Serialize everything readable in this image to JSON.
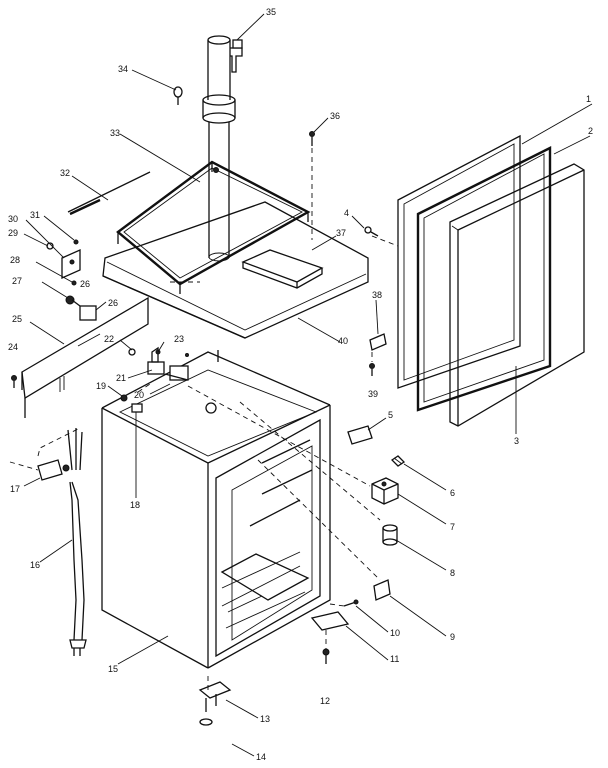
{
  "diagram": {
    "callouts": [
      {
        "id": "1",
        "text": "1"
      },
      {
        "id": "2",
        "text": "2"
      },
      {
        "id": "3",
        "text": "3"
      },
      {
        "id": "4",
        "text": "4"
      },
      {
        "id": "5",
        "text": "5"
      },
      {
        "id": "6",
        "text": "6"
      },
      {
        "id": "7",
        "text": "7"
      },
      {
        "id": "8",
        "text": "8"
      },
      {
        "id": "9",
        "text": "9"
      },
      {
        "id": "10",
        "text": "10"
      },
      {
        "id": "11",
        "text": "11"
      },
      {
        "id": "12",
        "text": "12"
      },
      {
        "id": "13",
        "text": "13"
      },
      {
        "id": "14",
        "text": "14"
      },
      {
        "id": "15",
        "text": "15"
      },
      {
        "id": "16",
        "text": "16"
      },
      {
        "id": "17",
        "text": "17"
      },
      {
        "id": "18",
        "text": "18"
      },
      {
        "id": "19",
        "text": "19"
      },
      {
        "id": "20",
        "text": "20"
      },
      {
        "id": "21",
        "text": "21"
      },
      {
        "id": "22",
        "text": "22"
      },
      {
        "id": "23",
        "text": "23"
      },
      {
        "id": "24",
        "text": "24"
      },
      {
        "id": "25",
        "text": "25"
      },
      {
        "id": "26a",
        "text": "26"
      },
      {
        "id": "26b",
        "text": "26"
      },
      {
        "id": "27",
        "text": "27"
      },
      {
        "id": "28",
        "text": "28"
      },
      {
        "id": "29",
        "text": "29"
      },
      {
        "id": "30",
        "text": "30"
      },
      {
        "id": "31",
        "text": "31"
      },
      {
        "id": "32",
        "text": "32"
      },
      {
        "id": "33",
        "text": "33"
      },
      {
        "id": "34",
        "text": "34"
      },
      {
        "id": "35",
        "text": "35"
      },
      {
        "id": "36",
        "text": "36"
      },
      {
        "id": "37",
        "text": "37"
      },
      {
        "id": "38",
        "text": "38"
      },
      {
        "id": "39",
        "text": "39"
      },
      {
        "id": "40",
        "text": "40"
      }
    ]
  }
}
